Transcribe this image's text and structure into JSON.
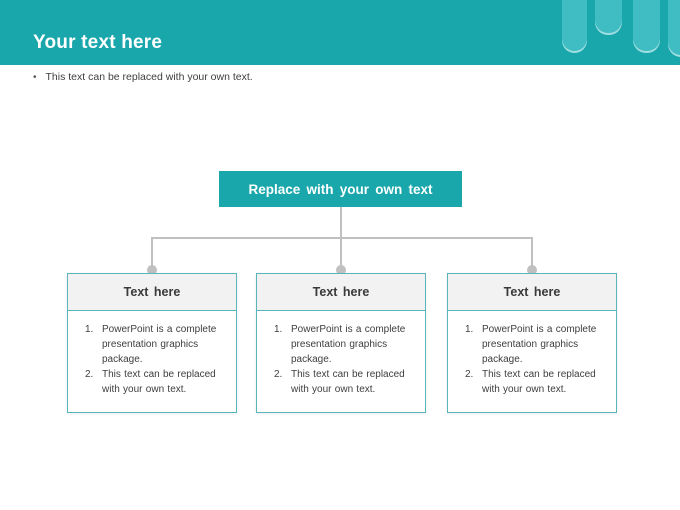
{
  "slide": {
    "header": {
      "title": "Your text here"
    },
    "bullet": {
      "marker": "•",
      "text": "This text can be replaced with your own text."
    },
    "diagram": {
      "root_label": "Replace with your own text",
      "nodes": [
        {
          "header": "Text here",
          "items": [
            {
              "number": "1.",
              "lines": [
                "PowerPoint is a complete",
                "presentation graphics",
                "package."
              ]
            },
            {
              "number": "2.",
              "lines": [
                "This text can be replaced",
                "with your own text."
              ]
            }
          ]
        },
        {
          "header": "Text here",
          "items": [
            {
              "number": "1.",
              "lines": [
                "PowerPoint is a complete",
                "presentation graphics",
                "package."
              ]
            },
            {
              "number": "2.",
              "lines": [
                "This text can be replaced",
                "with your own text."
              ]
            }
          ]
        },
        {
          "header": "Text here",
          "items": [
            {
              "number": "1.",
              "lines": [
                "PowerPoint is a complete",
                "presentation graphics",
                "package."
              ]
            },
            {
              "number": "2.",
              "lines": [
                "This text can be replaced",
                "with your own text."
              ]
            }
          ]
        }
      ]
    },
    "colors": {
      "teal": "#19A7AC",
      "pill": "#3FBDC2",
      "box_border": "#58B5BB",
      "band": "#F2F2F2",
      "connector": "#C0C0C0",
      "text_dark": "#3E3E3E"
    }
  }
}
